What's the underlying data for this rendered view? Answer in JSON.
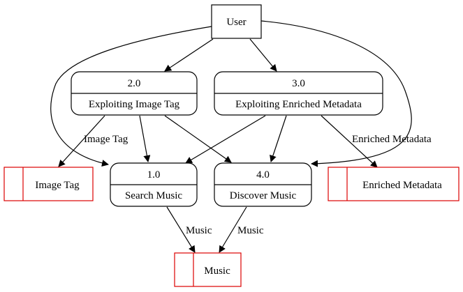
{
  "entity": {
    "user": "User"
  },
  "processes": {
    "p2": {
      "id": "2.0",
      "label": "Exploiting Image Tag"
    },
    "p3": {
      "id": "3.0",
      "label": "Exploiting Enriched Metadata"
    },
    "p1": {
      "id": "1.0",
      "label": "Search Music"
    },
    "p4": {
      "id": "4.0",
      "label": "Discover Music"
    }
  },
  "stores": {
    "image_tag": "Image Tag",
    "enriched_metadata": "Enriched Metadata",
    "music": "Music"
  },
  "edge_labels": {
    "p2_to_image_tag": "Image Tag",
    "p3_to_enriched_metadata": "Enriched Metadata",
    "p1_to_music": "Music",
    "p4_to_music": "Music"
  },
  "colors": {
    "process_border": "#000000",
    "store_border": "#dd0000"
  }
}
